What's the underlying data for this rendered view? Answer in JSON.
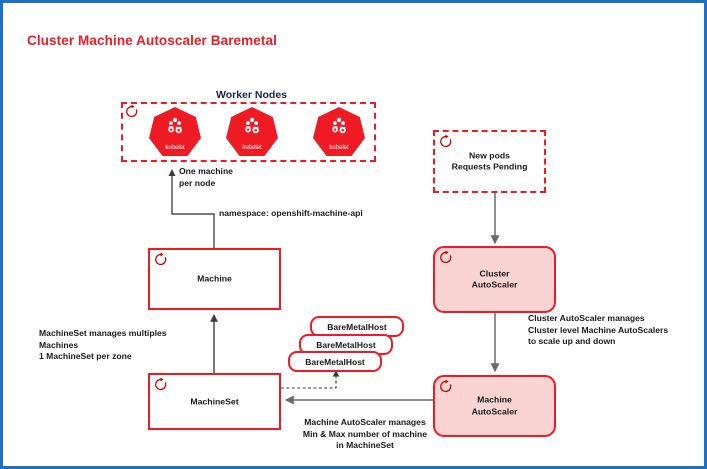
{
  "page": {
    "title": "Cluster Machine Autoscaler Baremetal",
    "frame_color": "#1f6fc4",
    "accent_color": "#ee1b24",
    "fill_color": "#f9d4d2"
  },
  "worker_nodes": {
    "group_label": "Worker Nodes",
    "nodes": [
      {
        "label": "kubelet"
      },
      {
        "label": "kubelet"
      },
      {
        "label": "kubelet"
      }
    ]
  },
  "boxes": {
    "machine": {
      "label": "Machine"
    },
    "machineset": {
      "label": "MachineSet"
    },
    "new_pods": {
      "label": "New pods\nRequests Pending"
    },
    "cluster_autoscaler": {
      "label": "Cluster\nAutoScaler"
    },
    "machine_autoscaler": {
      "label": "Machine\nAutoScaler"
    },
    "baremetalhosts": [
      {
        "label": "BareMetalHost"
      },
      {
        "label": "BareMetalHost"
      },
      {
        "label": "BareMetalHost"
      }
    ]
  },
  "annotations": {
    "one_machine_per_node": "One machine\nper node",
    "namespace": "namespace: openshift-machine-api",
    "machineset_manages": "MachineSet manages multiples\nMachines\n1 MachineSet per zone",
    "cluster_autoscaler_manages": "Cluster AutoScaler manages\nCluster level Machine AutoScalers\nto scale up and down",
    "machine_autoscaler_manages": "Machine AutoScaler manages\nMin & Max number of machine\nin MachineSet"
  },
  "icons": {
    "openshift_badge": "openshift-logo-icon",
    "kubernetes_wheel": "kubernetes-wheel-icon"
  }
}
